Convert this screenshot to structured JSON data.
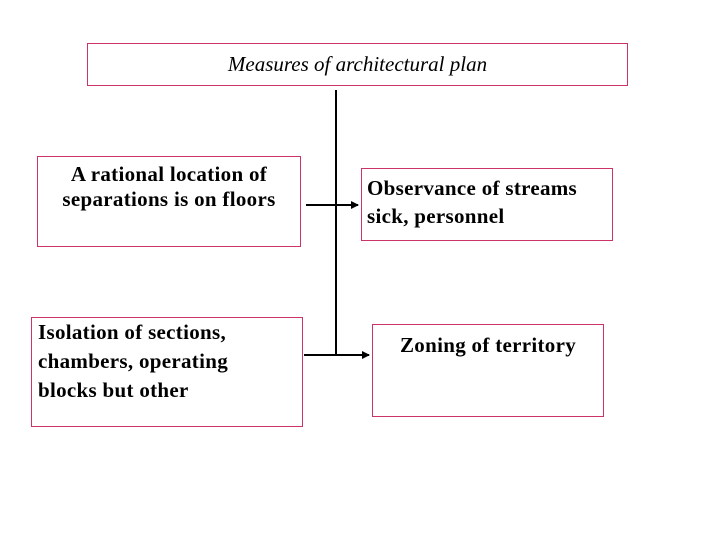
{
  "diagram": {
    "title": "Measures of architectural plan",
    "nodes": [
      {
        "id": "top_left",
        "text": "A rational location of\nseparations is on floors"
      },
      {
        "id": "top_right",
        "text": "Observance of streams\nsick, personnel"
      },
      {
        "id": "bottom_left",
        "text": "Isolation of sections,\nchambers, operating\nblocks but other"
      },
      {
        "id": "bottom_right",
        "text": "Zoning of territory"
      }
    ],
    "colors": {
      "box_border": "#cc3366",
      "lines": "#000000"
    }
  }
}
